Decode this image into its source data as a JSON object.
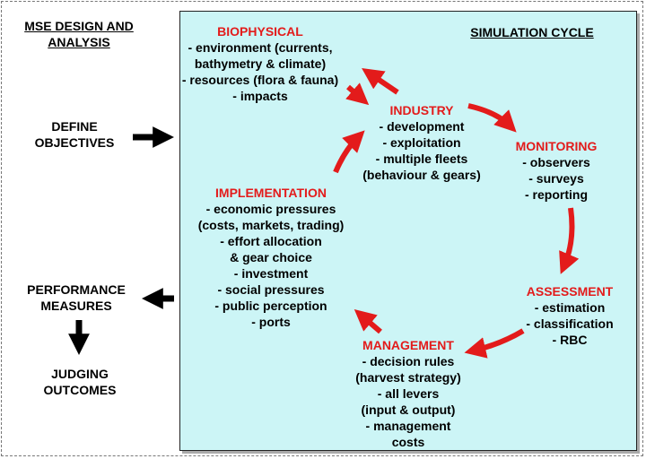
{
  "left": {
    "title_line1": "MSE DESIGN AND",
    "title_line2": "ANALYSIS",
    "define_line1": "DEFINE",
    "define_line2": "OBJECTIVES",
    "perf_line1": "PERFORMANCE",
    "perf_line2": "MEASURES",
    "judging_line1": "JUDGING",
    "judging_line2": "OUTCOMES"
  },
  "cycle": {
    "title": "SIMULATION CYCLE",
    "biophysical": {
      "heading": "BIOPHYSICAL",
      "lines": [
        "- environment (currents,",
        "bathymetry & climate)",
        "- resources (flora & fauna)",
        "- impacts"
      ]
    },
    "industry": {
      "heading": "INDUSTRY",
      "lines": [
        "- development",
        "- exploitation",
        "- multiple fleets",
        "(behaviour & gears)"
      ]
    },
    "monitoring": {
      "heading": "MONITORING",
      "lines": [
        "- observers",
        "- surveys",
        "- reporting"
      ]
    },
    "assessment": {
      "heading": "ASSESSMENT",
      "lines": [
        "- estimation",
        "- classification",
        "- RBC"
      ]
    },
    "management": {
      "heading": "MANAGEMENT",
      "lines": [
        "- decision rules",
        "(harvest strategy)",
        "- all levers",
        "(input & output)",
        "- management",
        "costs"
      ]
    },
    "implementation": {
      "heading": "IMPLEMENTATION",
      "lines": [
        "- economic pressures",
        "(costs, markets, trading)",
        "- effort allocation",
        "& gear choice",
        "- investment",
        "- social pressures",
        "- public perception",
        "- ports"
      ]
    }
  },
  "colors": {
    "heading_red": "#e31b1b",
    "arrow_red": "#e31b1b",
    "panel_bg": "#ccf5f6"
  }
}
